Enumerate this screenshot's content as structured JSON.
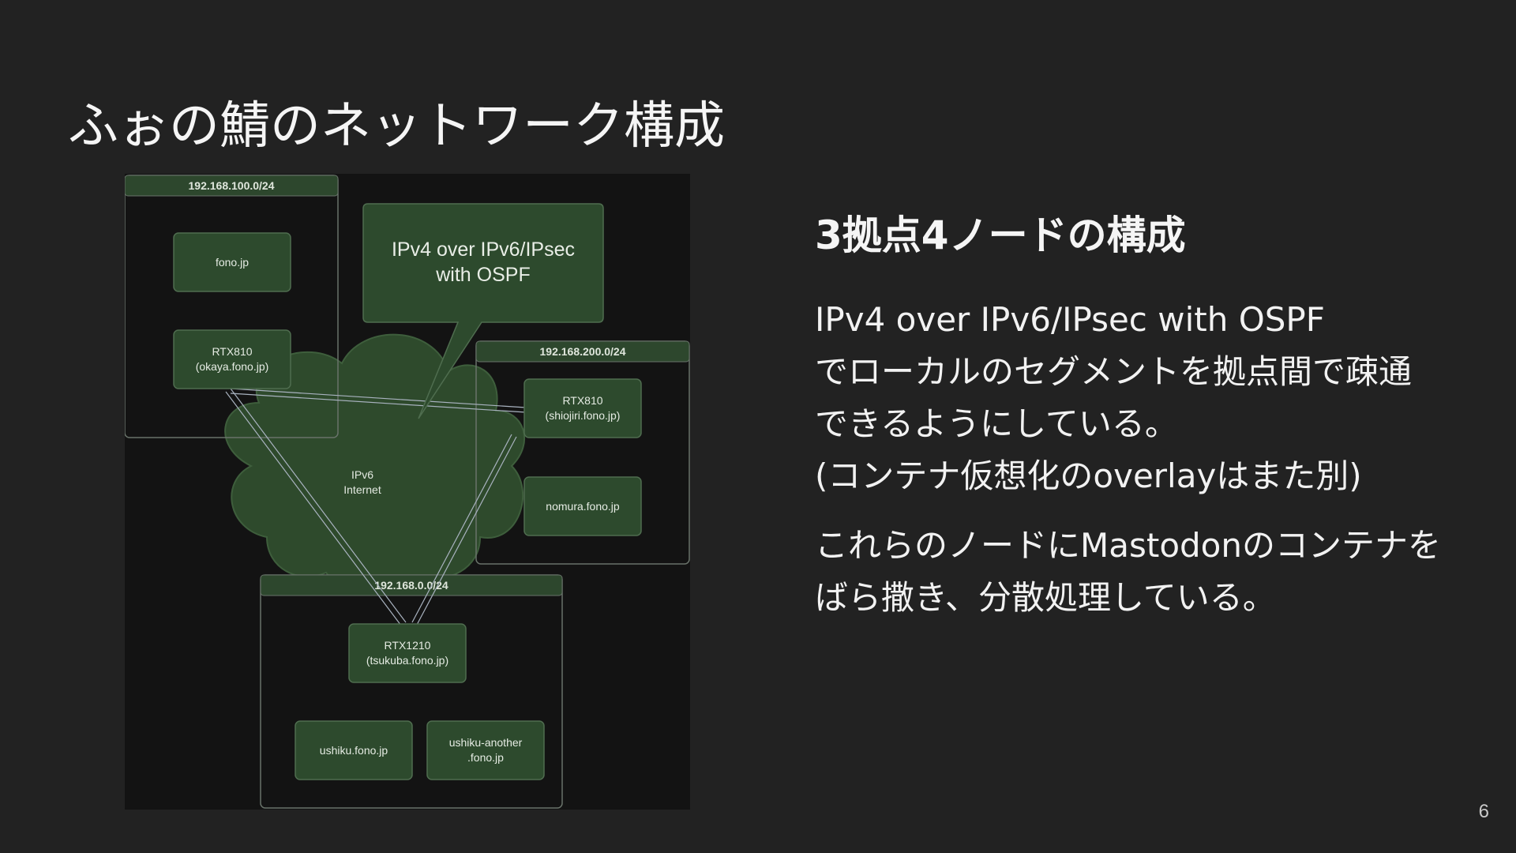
{
  "slide": {
    "title": "ふぉの鯖のネットワーク構成",
    "page_number": "6"
  },
  "diagram": {
    "segments": [
      {
        "label": "192.168.100.0/24"
      },
      {
        "label": "192.168.200.0/24"
      },
      {
        "label": "192.168.0.0/24"
      }
    ],
    "nodes": [
      {
        "lines": [
          "fono.jp"
        ]
      },
      {
        "lines": [
          "RTX810",
          "(okaya.fono.jp)"
        ]
      },
      {
        "lines": [
          "RTX810",
          "(shiojiri.fono.jp)"
        ]
      },
      {
        "lines": [
          "nomura.fono.jp"
        ]
      },
      {
        "lines": [
          "RTX1210",
          "(tsukuba.fono.jp)"
        ]
      },
      {
        "lines": [
          "ushiku.fono.jp"
        ]
      },
      {
        "lines": [
          "ushiku-another",
          ".fono.jp"
        ]
      }
    ],
    "cloud": {
      "lines": [
        "IPv6",
        "Internet"
      ]
    },
    "callout": {
      "lines": [
        "IPv4 over IPv6/IPsec",
        "with OSPF"
      ]
    },
    "colors": {
      "background": "#131313",
      "node_fill": "#2d4a2d",
      "node_stroke": "#4f6d4f",
      "segment_header": "#2d472d",
      "segment_stroke": "#69736a",
      "cloud_fill": "#2e4a2c",
      "link_stroke": "#a9b3c0"
    }
  },
  "content": {
    "heading": "3拠点4ノードの構成",
    "paragraphs": [
      {
        "lines": [
          "IPv4 over IPv6/IPsec with OSPF",
          "でローカルのセグメントを拠点間で疎通",
          "できるようにしている。",
          "(コンテナ仮想化のoverlayはまた別)"
        ]
      },
      {
        "lines": [
          "これらのノードにMastodonのコンテナを",
          "ばら撒き、分散処理している。"
        ]
      }
    ]
  }
}
